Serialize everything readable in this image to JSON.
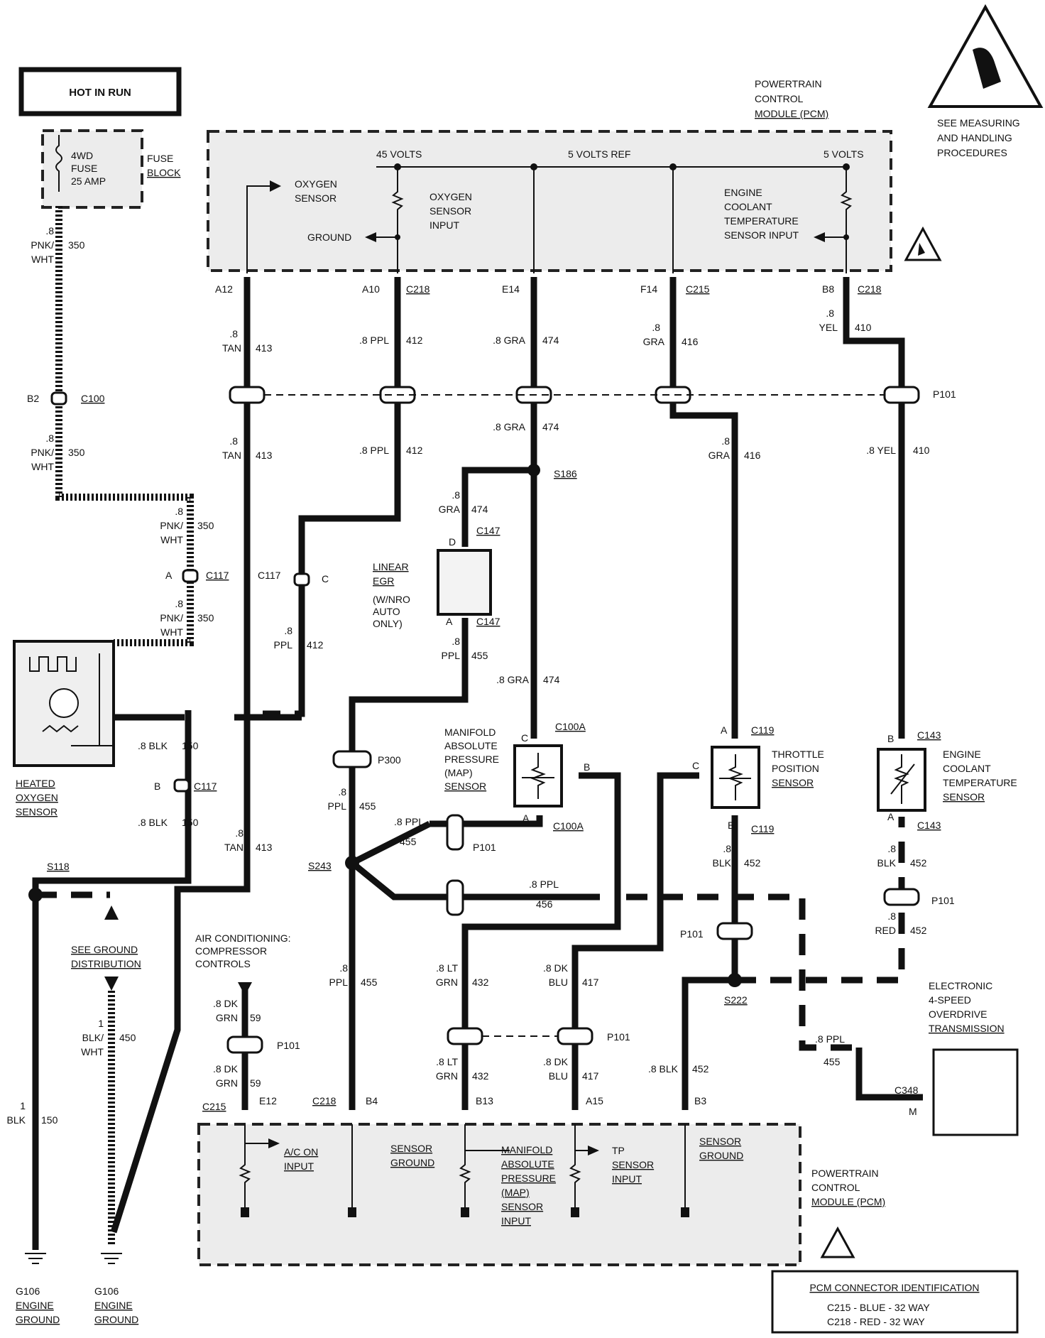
{
  "hot_in_run": "HOT IN RUN",
  "fuse": {
    "line1": "4WD",
    "line2": "FUSE",
    "line3": "25 AMP",
    "block1": "FUSE",
    "block2": "BLOCK"
  },
  "pcm_top": {
    "title1": "POWERTRAIN",
    "title2": "CONTROL",
    "title3": "MODULE (PCM)",
    "v45": "45 VOLTS",
    "v5ref": "5 VOLTS REF",
    "v5": "5 VOLTS",
    "o2_1": "OXYGEN",
    "o2_2": "SENSOR",
    "ground": "GROUND",
    "o2in1": "OXYGEN",
    "o2in2": "SENSOR",
    "o2in3": "INPUT",
    "ect1": "ENGINE",
    "ect2": "COOLANT",
    "ect3": "TEMPERATURE",
    "ect4": "SENSOR INPUT"
  },
  "esd": {
    "l1": "SEE MEASURING",
    "l2": "AND HANDLING",
    "l3": "PROCEDURES"
  },
  "pins_top": [
    "A12",
    "A10",
    "C218",
    "E14",
    "F14",
    "C215",
    "B8",
    "C218"
  ],
  "wires": {
    "w413a": [
      ".8",
      "TAN",
      "413"
    ],
    "w412a": [
      ".8 PPL",
      "412"
    ],
    "w474a": [
      ".8 GRA",
      "474"
    ],
    "w416a": [
      ".8",
      "GRA",
      "416"
    ],
    "w410a": [
      ".8",
      "YEL",
      "410"
    ],
    "w413b": [
      ".8",
      "TAN",
      "413"
    ],
    "w412b": [
      ".8 PPL",
      "412"
    ],
    "w474b": [
      ".8 GRA",
      "474"
    ],
    "w416b": [
      ".8",
      "GRA",
      "416"
    ],
    "w410b": [
      ".8 YEL",
      "410"
    ],
    "w350a": [
      ".8",
      "PNK/",
      "WHT",
      "350"
    ],
    "w350b": [
      ".8",
      "PNK/",
      "WHT",
      "350"
    ],
    "w350c": [
      ".8",
      "PNK/",
      "WHT",
      "350"
    ],
    "w350d": [
      ".8",
      "PNK/",
      "WHT",
      "350"
    ],
    "w474c": [
      ".8",
      "GRA",
      "474"
    ],
    "w455a": [
      ".8",
      "PPL",
      "455"
    ],
    "w474d": [
      ".8 GRA",
      "474"
    ],
    "w412c": [
      ".8",
      "PPL",
      "412"
    ],
    "w150a": [
      ".8 BLK",
      "150"
    ],
    "w150b": [
      ".8 BLK",
      "150"
    ],
    "w413c": [
      ".8",
      "TAN",
      "413"
    ],
    "w455b": [
      ".8",
      "PPL",
      "455"
    ],
    "w455c": [
      ".8 PPL",
      "455"
    ],
    "w456": [
      ".8 PPL",
      "456"
    ],
    "w452a": [
      ".8",
      "BLK",
      "452"
    ],
    "w452b": [
      ".8",
      "BLK",
      "452"
    ],
    "w452c": [
      ".8",
      "RED",
      "452"
    ],
    "w455d": [
      ".8",
      "PPL",
      "455"
    ],
    "w432a": [
      ".8 LT",
      "GRN",
      "432"
    ],
    "w417a": [
      ".8 DK",
      "BLU",
      "417"
    ],
    "w432b": [
      ".8 LT",
      "GRN",
      "432"
    ],
    "w417b": [
      ".8 DK",
      "BLU",
      "417"
    ],
    "w452d": [
      ".8 BLK",
      "452"
    ],
    "w455e": [
      ".8 PPL",
      "455"
    ],
    "w59a": [
      ".8 DK",
      "GRN",
      "59"
    ],
    "w59b": [
      ".8 DK",
      "GRN",
      "59"
    ],
    "w150c": [
      "1",
      "BLK",
      "150"
    ],
    "w450": [
      "1",
      "BLK/",
      "WHT",
      "450"
    ]
  },
  "connectors": {
    "b2": "B2",
    "c100": "C100",
    "p101": "P101",
    "a": "A",
    "c117": "C117",
    "c": "C",
    "b": "B",
    "s186": "S186",
    "c147": "C147",
    "d": "D",
    "p300": "P300",
    "s243": "S243",
    "s118": "S118",
    "c100a": "C100A",
    "c119": "C119",
    "c143": "C143",
    "s222": "S222",
    "c348": "C348",
    "m": "M"
  },
  "components": {
    "egr": [
      "LINEAR",
      "EGR",
      "(W/NRO",
      "AUTO",
      "ONLY)"
    ],
    "map": [
      "MANIFOLD",
      "ABSOLUTE",
      "PRESSURE",
      "(MAP)",
      "SENSOR"
    ],
    "tps": [
      "THROTTLE",
      "POSITION",
      "SENSOR"
    ],
    "ect": [
      "ENGINE",
      "COOLANT",
      "TEMPERATURE",
      "SENSOR"
    ],
    "ho2s": [
      "HEATED",
      "OXYGEN",
      "SENSOR"
    ],
    "gnd_dist": [
      "SEE GROUND",
      "DISTRIBUTION"
    ],
    "ac": [
      "AIR CONDITIONING:",
      "COMPRESSOR",
      "CONTROLS"
    ],
    "trans": [
      "ELECTRONIC",
      "4-SPEED",
      "OVERDRIVE",
      "TRANSMISSION"
    ]
  },
  "pins_bottom": [
    "C215",
    "E12",
    "C218",
    "B4",
    "B13",
    "A15",
    "B3"
  ],
  "pcm_bottom": {
    "ac1": "A/C ON",
    "ac2": "INPUT",
    "sg1": "SENSOR",
    "sg2": "GROUND",
    "map1": "MANIFOLD",
    "map2": "ABSOLUTE",
    "map3": "PRESSURE",
    "map4": "(MAP)",
    "map5": "SENSOR",
    "map6": "INPUT",
    "tp1": "TP",
    "tp2": "SENSOR",
    "tp3": "INPUT",
    "sg3": "SENSOR",
    "sg4": "GROUND",
    "title1": "POWERTRAIN",
    "title2": "CONTROL",
    "title3": "MODULE (PCM)"
  },
  "grounds": {
    "g1": [
      "G106",
      "ENGINE",
      "GROUND"
    ],
    "g2": [
      "G106",
      "ENGINE",
      "GROUND"
    ]
  },
  "legend": {
    "title": "PCM CONNECTOR IDENTIFICATION",
    "l1": "C215 - BLUE  - 32 WAY",
    "l2": "C218 - RED   - 32 WAY"
  }
}
